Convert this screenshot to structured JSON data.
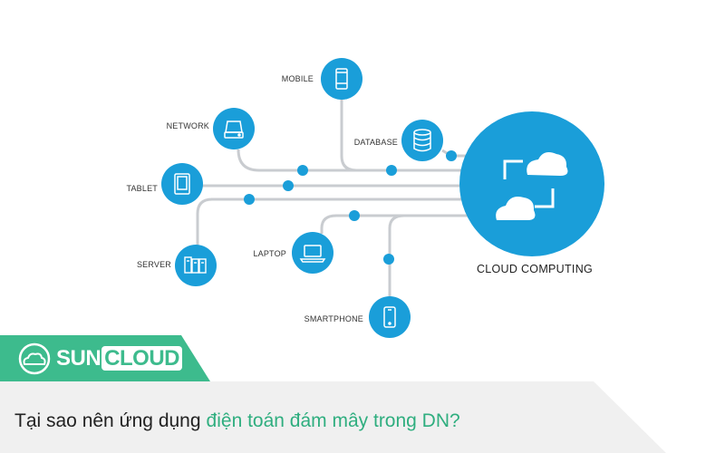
{
  "diagram": {
    "hub_label": "CLOUD COMPUTING",
    "nodes": {
      "mobile": "MOBILE",
      "network": "NETWORK",
      "database": "DATABASE",
      "tablet": "TABLET",
      "server": "SERVER",
      "laptop": "LAPTOP",
      "smartphone": "SMARTPHONE"
    },
    "icons": [
      "mobile-phone-icon",
      "network-drive-icon",
      "database-icon",
      "tablet-icon",
      "server-rack-icon",
      "laptop-icon",
      "smartphone-icon",
      "cloud-icon"
    ],
    "colors": {
      "node": "#1a9ed9",
      "line": "#c9ccd0"
    }
  },
  "brand": {
    "logo_part1": "SUN",
    "logo_part2": "CLOUD",
    "color": "#3dbb8d"
  },
  "headline": {
    "part1": "Tại sao nên ứng dụng",
    "part2": "điện toán đám mây trong DN?"
  }
}
